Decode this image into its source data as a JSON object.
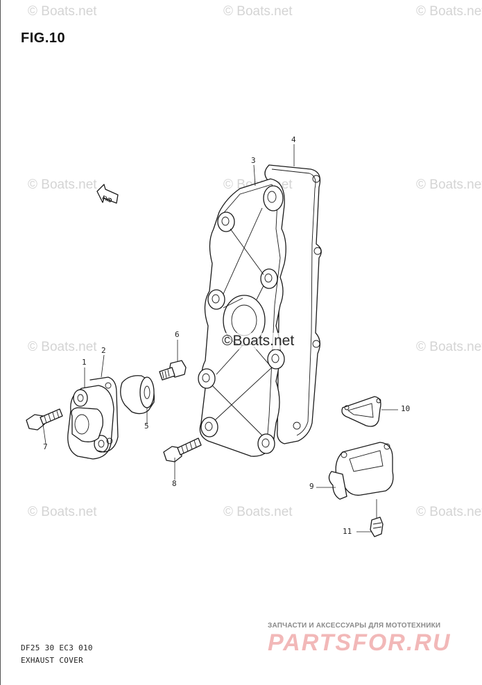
{
  "figure": {
    "title": "FIG.10"
  },
  "watermarks": {
    "text": "© Boats.net",
    "center_text": "©Boats.net"
  },
  "callouts": [
    "1",
    "2",
    "3",
    "4",
    "5",
    "6",
    "7",
    "8",
    "9",
    "10",
    "11"
  ],
  "direction_mark": {
    "label": "FWD"
  },
  "footer": {
    "code": "DF25 30 EC3 010",
    "caption": "EXHAUST COVER"
  },
  "brand": {
    "tagline": "ЗАПЧАСТИ И АКСЕССУАРЫ ДЛЯ МОТОТЕХНИКИ",
    "logo": "PARTSFOR.RU"
  },
  "colors": {
    "line": "#1a1a1a",
    "watermark": "#d4d4d4",
    "brand_logo": "#f2b8b8",
    "brand_tagline": "#8a8a8a"
  }
}
